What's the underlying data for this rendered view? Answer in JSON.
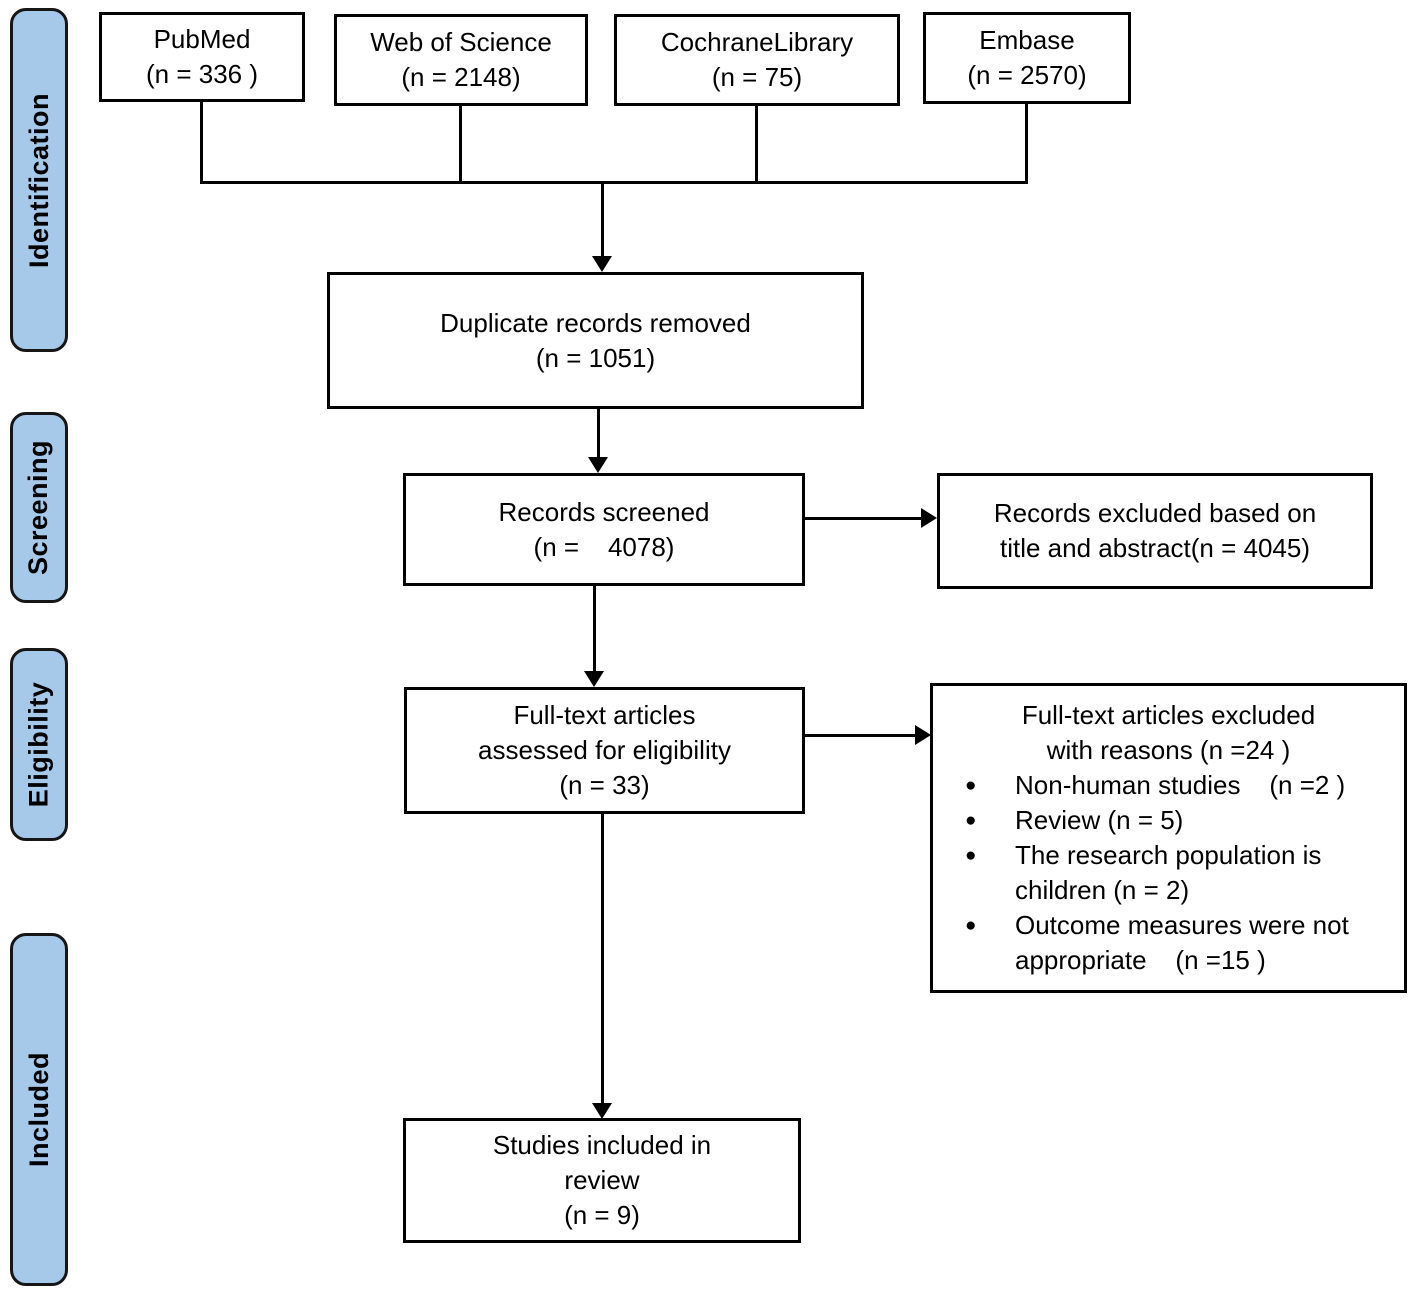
{
  "colors": {
    "stage_fill": "#a6c8e9",
    "stage_border": "#161616",
    "box_border": "#000000",
    "box_fill": "#ffffff",
    "text": "#000000",
    "connector": "#000000"
  },
  "stages": {
    "identification": "Identification",
    "screening": "Screening",
    "eligibility": "Eligibility",
    "included": "Included"
  },
  "sources": {
    "pubmed": {
      "name": "PubMed",
      "count": "(n = 336 )"
    },
    "web_of_science": {
      "name": "Web of Science",
      "count": "(n = 2148)"
    },
    "cochrane": {
      "name": "CochraneLibrary",
      "count": "(n = 75)"
    },
    "embase": {
      "name": "Embase",
      "count": "(n = 2570)"
    }
  },
  "boxes": {
    "duplicates_removed": {
      "line1": "Duplicate records removed",
      "line2": "(n = 1051)"
    },
    "records_screened": {
      "line1": "Records screened",
      "line2": "(n =    4078)"
    },
    "records_excluded": {
      "line1": "Records excluded based on",
      "line2": "title and abstract(n = 4045)"
    },
    "fulltext_assessed": {
      "line1": "Full-text articles",
      "line2": "assessed for eligibility",
      "line3": "(n = 33)"
    },
    "fulltext_excluded": {
      "title_line1": "Full-text articles excluded",
      "title_line2": "with reasons (n =24 )",
      "bullet_glyph": "●",
      "reasons": [
        "Non-human studies    (n =2 )",
        "Review (n = 5)",
        "The research population is children (n = 2)",
        "Outcome measures were not appropriate    (n =15 )"
      ]
    },
    "studies_included": {
      "line1": "Studies included in",
      "line2": "review",
      "line3": "(n = 9)"
    }
  }
}
